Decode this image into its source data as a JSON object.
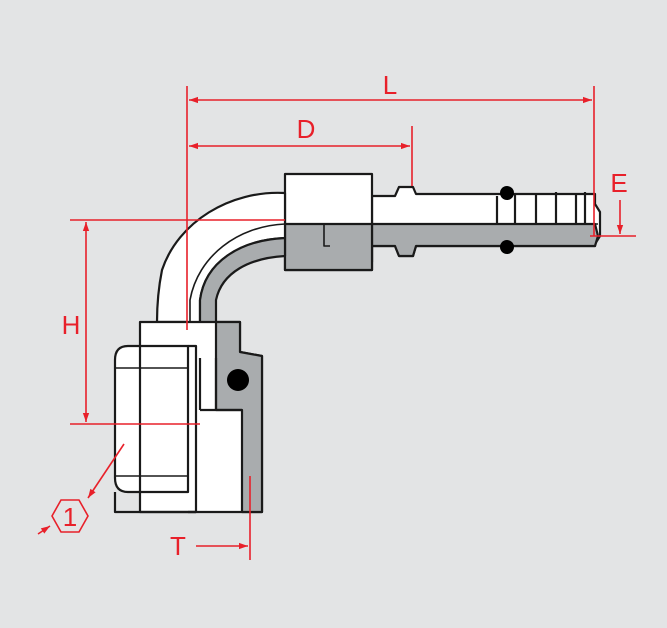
{
  "dimensions": {
    "L": "L",
    "D": "D",
    "E": "E",
    "H": "H",
    "T": "T"
  },
  "hex_callout": "1",
  "colors": {
    "background": "#e3e4e5",
    "dimension": "#e8202a",
    "outline": "#1a1a1a",
    "section": "#a9acae",
    "body": "#ffffff"
  }
}
